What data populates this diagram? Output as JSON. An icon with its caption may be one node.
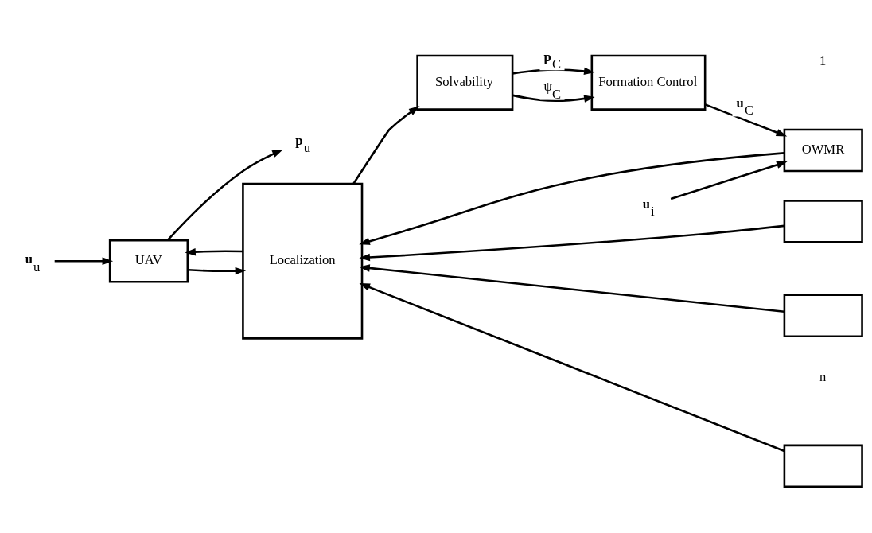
{
  "diagram": {
    "nodes": [
      {
        "text": [
          "**u**$_{u}$"
        ]
      },
      {
        "text": [
          "UAV"
        ]
      },
      {
        "text": [
          "**p**$_{u}$"
        ]
      },
      {
        "text": [
          "Localization"
        ]
      },
      {
        "text": [
          "Solvability"
        ]
      },
      {
        "text": [
          "Formation Control"
        ]
      },
      {
        "text": [
          "OWMR"
        ]
      },
      {
        "text": [],
        "shape": "box"
      },
      {
        "text": [],
        "shape": "box"
      },
      {
        "text": [],
        "shape": "box"
      },
      {
        "text": [
          "**u**$_{i}$"
        ]
      }
    ],
    "edges": [
      {
        "from": 0,
        "to": 1,
        "arrow": "to"
      },
      {
        "from": 1,
        "to": 2,
        "arrow": "to"
      },
      {
        "from": 1,
        "to": 3,
        "arrow": "to"
      },
      {
        "from": 3,
        "to": 1,
        "arrow": "to"
      },
      {
        "from": 3,
        "to": 4,
        "arrow": "to"
      },
      {
        "from": 4,
        "to": 5,
        "arrow": "to",
        "label": "**p**$_{C}$"
      },
      {
        "from": 4,
        "to": 5,
        "arrow": "to",
        "label": "ψ$_{C}$"
      },
      {
        "from": 5,
        "to": 6,
        "arrow": "to",
        "label": "**u**$_{C}$"
      },
      {
        "from": 10,
        "to": 6,
        "arrow": "to"
      },
      {
        "from": 6,
        "to": 3,
        "arrow": "to"
      },
      {
        "from": 7,
        "to": 3,
        "arrow": "to"
      },
      {
        "from": 8,
        "to": 3,
        "arrow": "to"
      },
      {
        "from": 9,
        "to": 3,
        "arrow": "to"
      }
    ],
    "labels": [
      "1",
      "n"
    ]
  }
}
